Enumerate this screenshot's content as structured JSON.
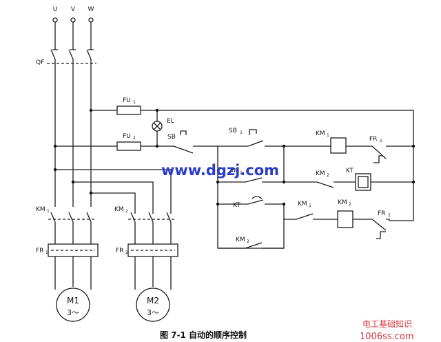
{
  "phases": [
    "U",
    "V",
    "W"
  ],
  "breaker": "QF",
  "fuses": [
    {
      "main": "FU",
      "sub": "1"
    },
    {
      "main": "FU",
      "sub": "2"
    }
  ],
  "lamp": "EL",
  "control_labels": {
    "sb": "SB",
    "sb1": {
      "main": "SB",
      "sub": "1"
    },
    "km1_a": {
      "main": "KM",
      "sub": "1"
    },
    "km1_b": {
      "main": "KM",
      "sub": "1"
    },
    "km1_coil": {
      "main": "KM",
      "sub": "1"
    },
    "km2_a": {
      "main": "KM",
      "sub": "2"
    },
    "km2_b": {
      "main": "KM",
      "sub": "2"
    },
    "km2_coil": {
      "main": "KM",
      "sub": "2"
    },
    "kt_coil": "KT",
    "kt_contact": "KT",
    "fr1": {
      "main": "FR",
      "sub": "1"
    },
    "fr2": {
      "main": "FR",
      "sub": "2"
    }
  },
  "power_labels": {
    "km1": {
      "main": "KM",
      "sub": "1"
    },
    "km2": {
      "main": "KM",
      "sub": "2"
    },
    "fr1": {
      "main": "FR",
      "sub": "1"
    },
    "fr2": {
      "main": "FR",
      "sub": "2"
    }
  },
  "motors": [
    {
      "name": "M1",
      "phase": "3～"
    },
    {
      "name": "M2",
      "phase": "3～"
    }
  ],
  "watermark": "www.dgzj.com",
  "caption": "图 7-1    自动的顺序控制",
  "brand": {
    "line1": "电工基础知识",
    "line2": "1006ss.com"
  }
}
